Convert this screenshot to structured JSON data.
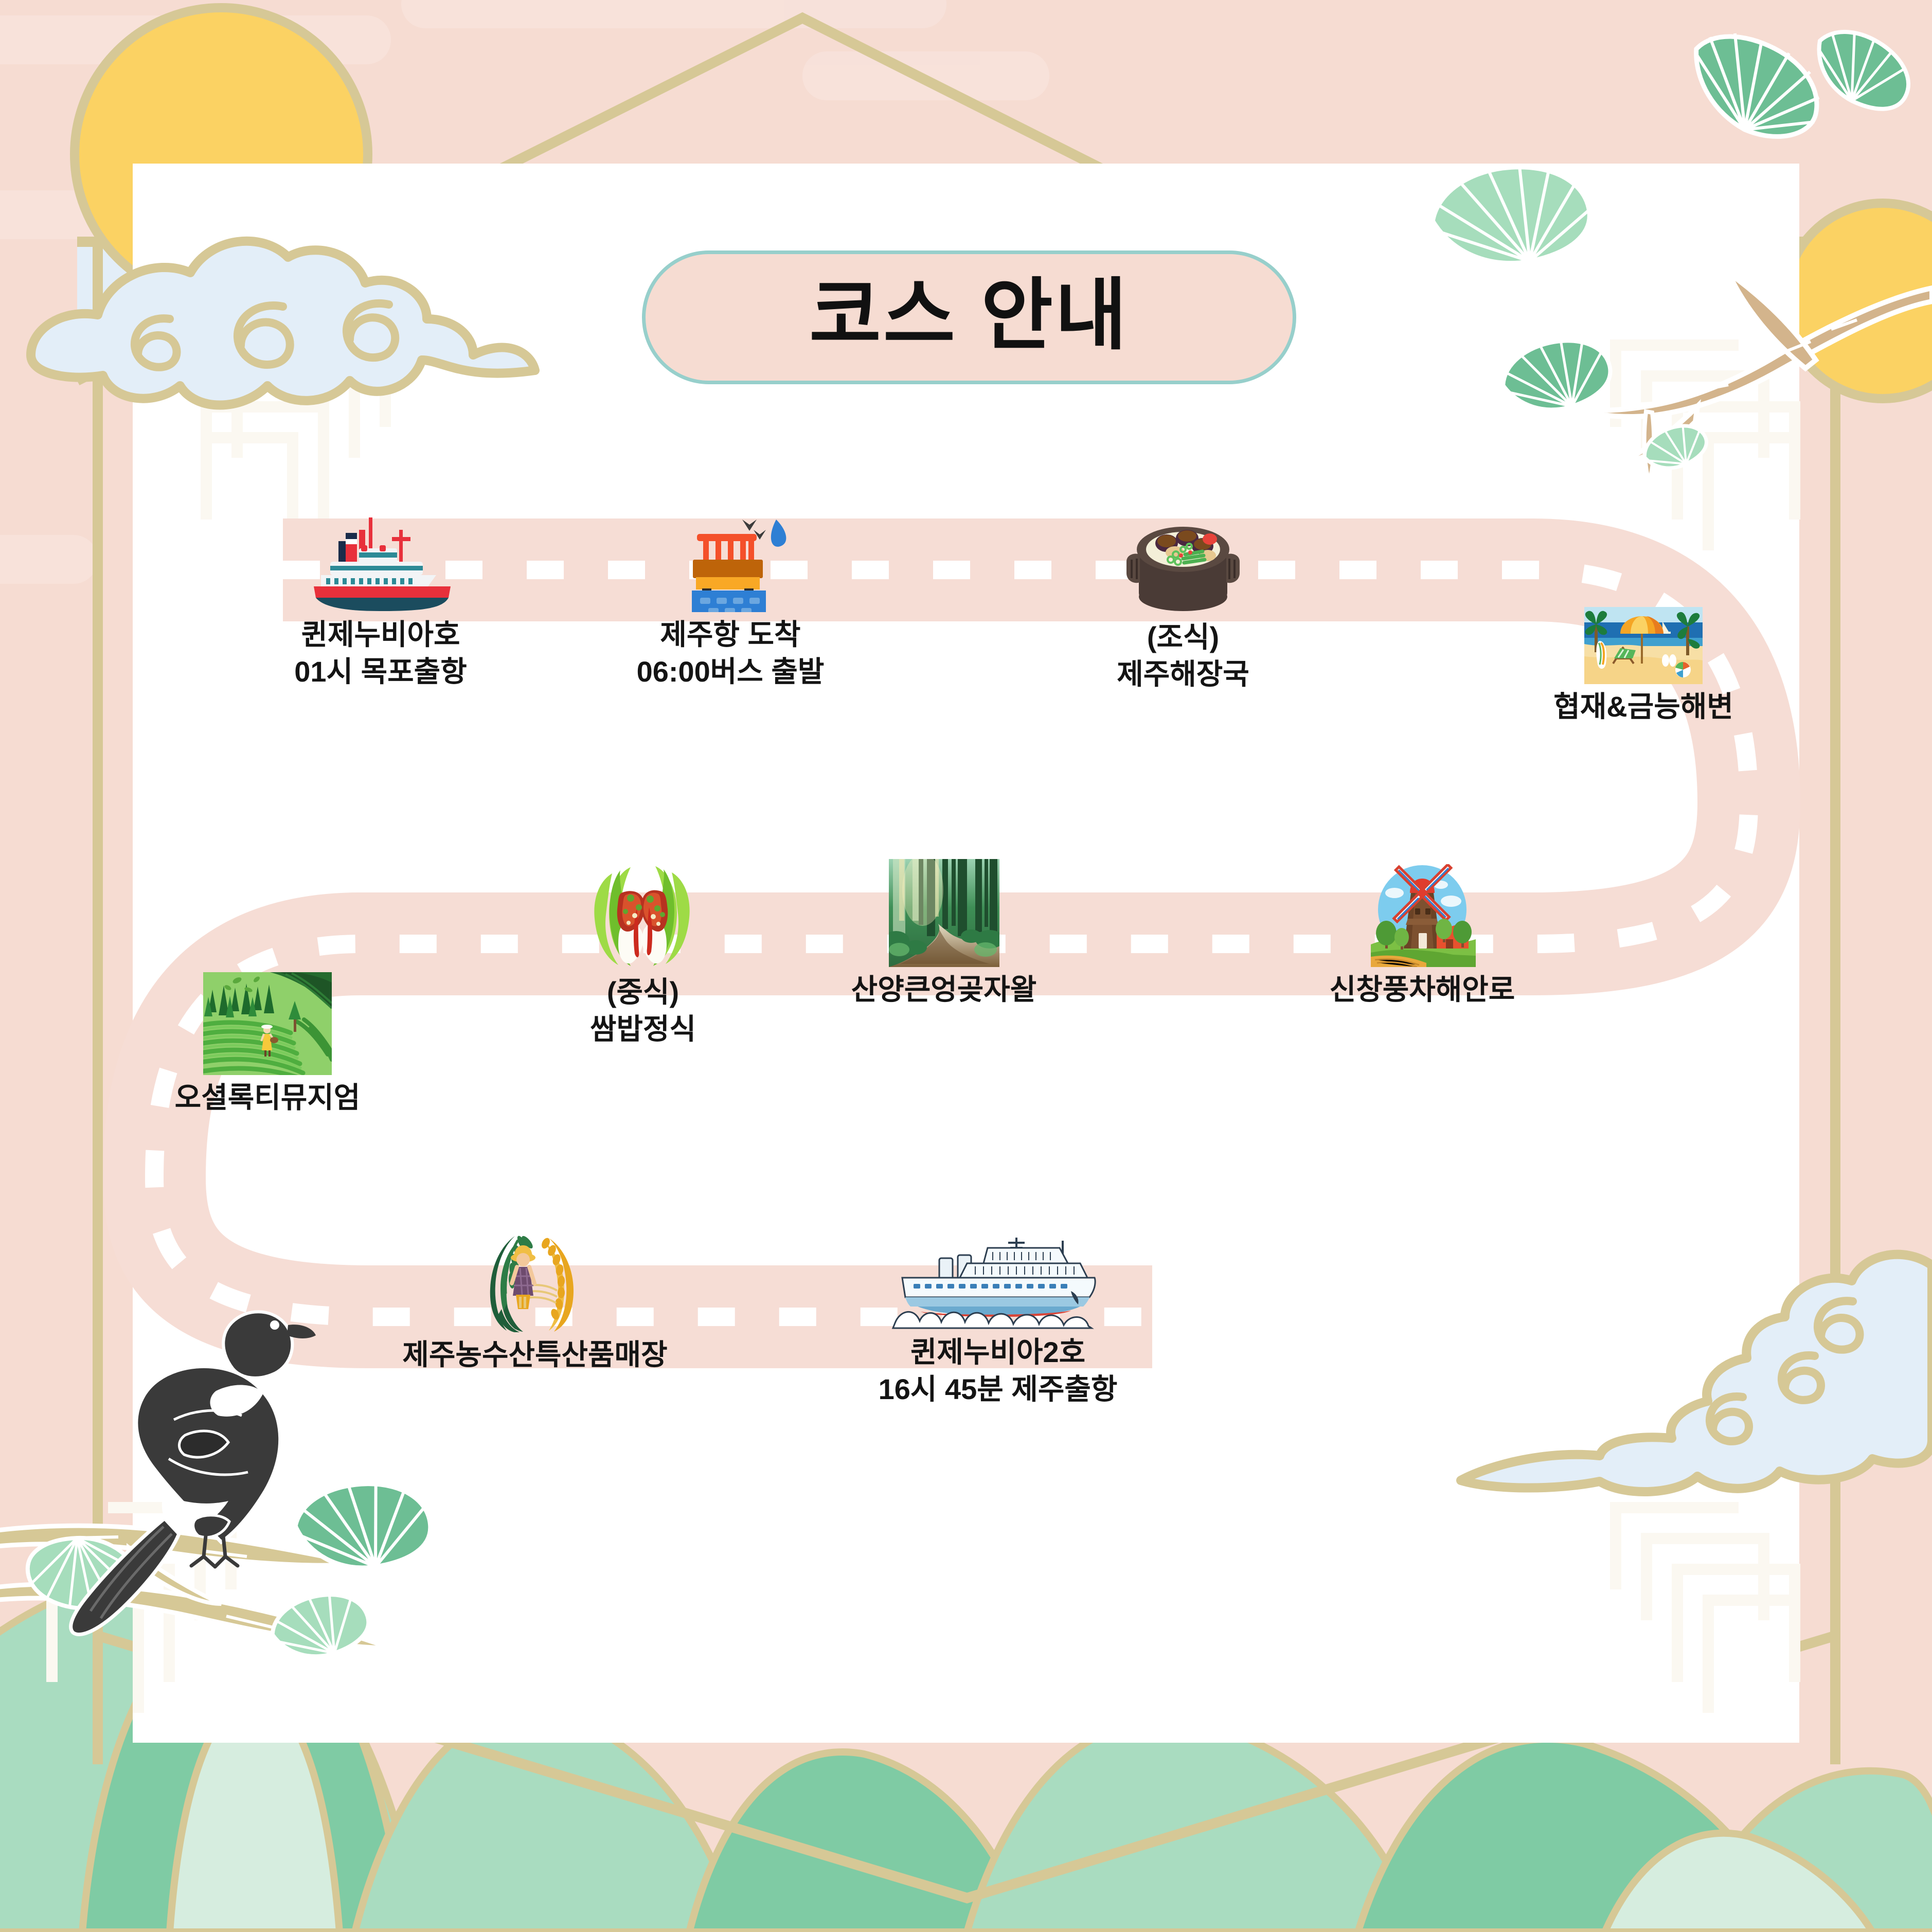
{
  "header": {
    "title": "코스 안내"
  },
  "theme": {
    "background_pink": "#F6DCD2",
    "panel_white": "#FFFFFF",
    "gold_line": "#D6C896",
    "pale_blue": "#E3EEF8",
    "sun_yellow": "#FBD263",
    "road_pink": "#F6DDD5",
    "road_dash_white": "#FFFFFF",
    "title_border_teal": "#97CFCB",
    "mountain_green_light": "#A9DCC0",
    "mountain_green_mid": "#7FCBA4",
    "mountain_green_pale": "#D6EDDF",
    "leaf_green_dark": "#6DBE94",
    "leaf_green_light": "#A6DDBC",
    "branch_tan": "#D3B48C",
    "bird_dark": "#3A3A3A",
    "lattice_cream": "#FBF9F3",
    "text_black": "#141414"
  },
  "route": {
    "rows": [
      {
        "row": 1,
        "direction": "left-to-right",
        "stops": [
          {
            "index": 1,
            "icon": "ship-icon",
            "line1": "퀸제누비아호",
            "line2": "01시 목포출항"
          },
          {
            "index": 2,
            "icon": "pier-icon",
            "line1": "제주항 도착",
            "line2": "06:00버스 출발"
          },
          {
            "index": 3,
            "icon": "hot-pot-icon",
            "line1": "(조식)",
            "line2": "제주해장국"
          },
          {
            "index": 4,
            "icon": "beach-icon",
            "line1": "협재&금능해변",
            "line2": ""
          }
        ]
      },
      {
        "row": 2,
        "direction": "right-to-left",
        "stops": [
          {
            "index": 5,
            "icon": "windmill-icon",
            "line1": "신창풍차해안로",
            "line2": ""
          },
          {
            "index": 6,
            "icon": "forest-path-icon",
            "line1": "산양큰엉곶자왈",
            "line2": ""
          },
          {
            "index": 7,
            "icon": "ssambap-icon",
            "line1": "(중식)",
            "line2": "쌈밥정식"
          },
          {
            "index": 8,
            "icon": "tea-field-icon",
            "line1": "오셜록티뮤지엄",
            "line2": ""
          }
        ]
      },
      {
        "row": 3,
        "direction": "left-to-right",
        "stops": [
          {
            "index": 9,
            "icon": "farm-produce-icon",
            "line1": "제주농수산특산품매장",
            "line2": ""
          },
          {
            "index": 10,
            "icon": "cruise-ship-icon",
            "line1": "퀸제누비아2호",
            "line2": "16시 45분 제주출항"
          }
        ]
      }
    ]
  },
  "decorations": [
    {
      "name": "sun-top-left",
      "type": "sun"
    },
    {
      "name": "swirl-cloud-top-left",
      "type": "cloud"
    },
    {
      "name": "branch-top-right",
      "type": "branch-with-fan-leaves"
    },
    {
      "name": "sun-top-right",
      "type": "sun"
    },
    {
      "name": "swirl-cloud-bottom-right",
      "type": "cloud"
    },
    {
      "name": "magpie-bird-bottom-left",
      "type": "bird-on-branch"
    },
    {
      "name": "mountains-bottom",
      "type": "layered-mountains"
    },
    {
      "name": "lattice-pattern",
      "type": "korean-window-lattice"
    },
    {
      "name": "hanok-roof-frame",
      "type": "gold-frame-lines"
    }
  ]
}
